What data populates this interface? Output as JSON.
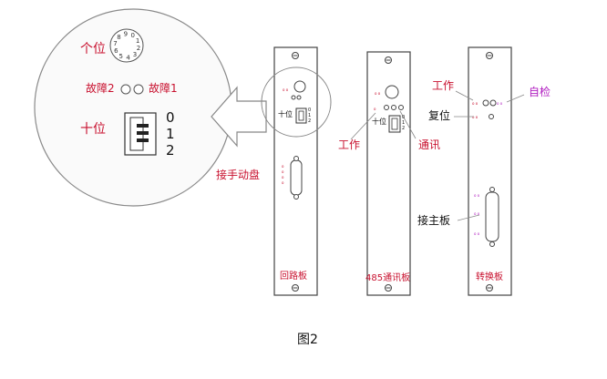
{
  "colors": {
    "annotation_red": "#c8102e",
    "annotation_magenta": "#b01cc0",
    "line": "#555555"
  },
  "zoom": {
    "unit_label": "个位",
    "rotary_digits": [
      "0",
      "1",
      "2",
      "3",
      "4",
      "5",
      "6",
      "7",
      "8",
      "9"
    ],
    "fault2": "故障2",
    "fault1": "故障1",
    "ten_label": "十位",
    "switch_positions": [
      "0",
      "1",
      "2"
    ]
  },
  "loop_board": {
    "ten_label": "十位",
    "switch_positions": [
      "0",
      "1",
      "2"
    ],
    "connector_label": "接手动盘",
    "board_name": "回路板"
  },
  "comm_board": {
    "ten_label": "十位",
    "switch_positions": [
      "0",
      "1",
      "2"
    ],
    "work_label": "工作",
    "comm_label": "通讯",
    "board_name": "485通讯板"
  },
  "conv_board": {
    "work_label": "工作",
    "selftest_label": "自检",
    "reset_label": "复位",
    "main_label": "接主板",
    "board_name": "转换板"
  },
  "figure_caption": "图2"
}
